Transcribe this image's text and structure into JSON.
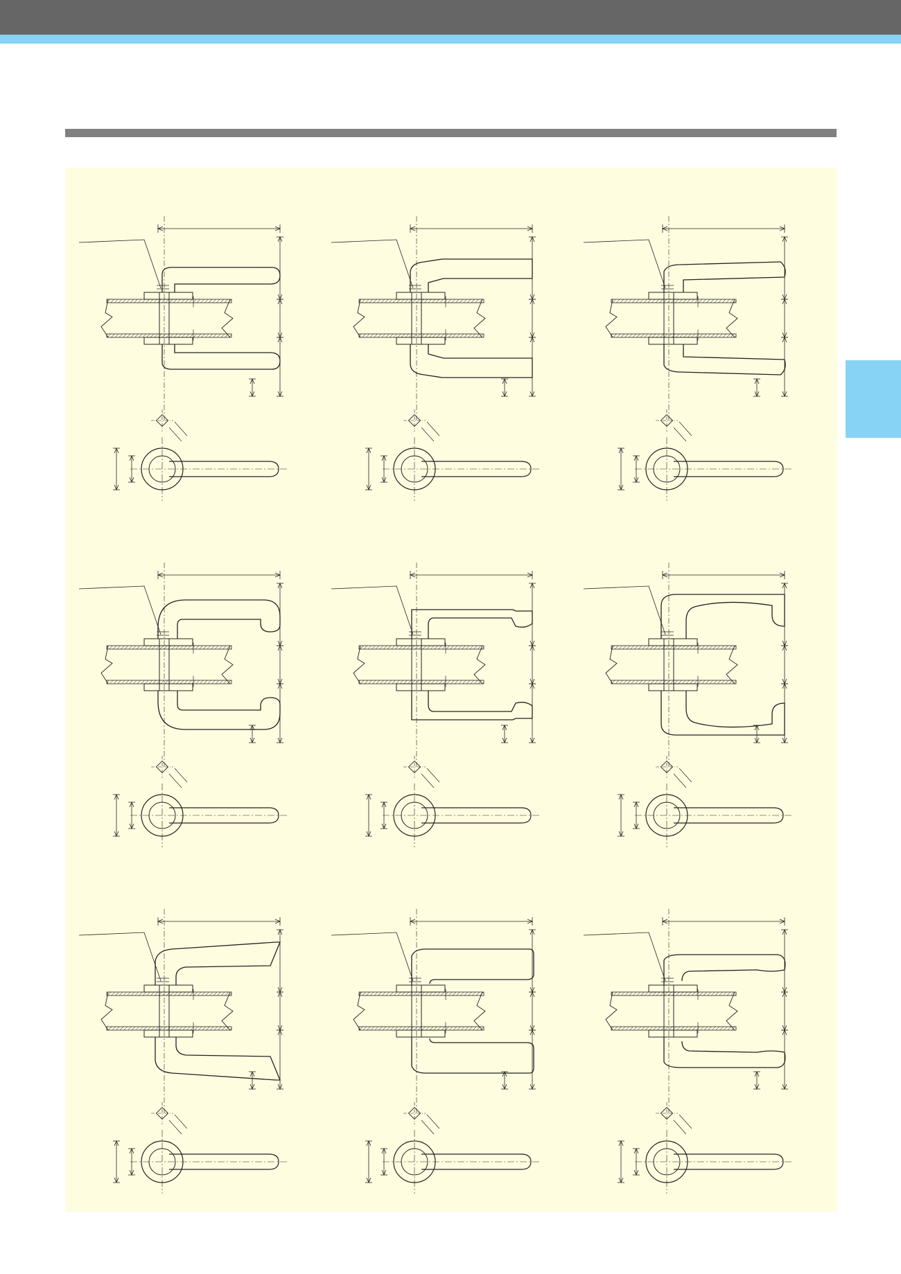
{
  "page": {
    "colors": {
      "header_bar": "#666666",
      "accent": "#87d3f5",
      "rule": "#808080",
      "panel": "#fffde0",
      "ink": "#222222"
    }
  },
  "drawings": [
    {
      "variant": "straight"
    },
    {
      "variant": "offset"
    },
    {
      "variant": "flared"
    },
    {
      "variant": "hook"
    },
    {
      "variant": "knob"
    },
    {
      "variant": "curved"
    },
    {
      "variant": "taper"
    },
    {
      "variant": "block"
    },
    {
      "variant": "wave"
    }
  ]
}
